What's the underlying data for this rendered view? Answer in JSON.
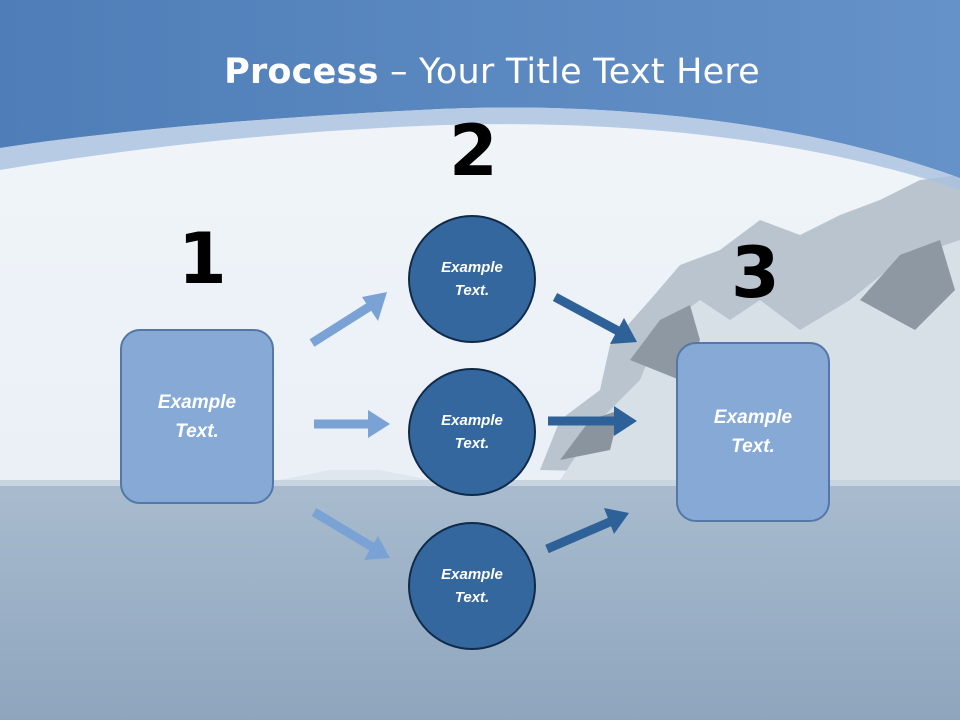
{
  "slide": {
    "title_strong": "Process",
    "title_rest": " – Your Title Text Here"
  },
  "steps": {
    "one": "1",
    "two": "2",
    "three": "3"
  },
  "boxes": {
    "left": {
      "line1": "Example",
      "line2": "Text."
    },
    "right": {
      "line1": "Example",
      "line2": "Text."
    }
  },
  "circles": [
    {
      "line1": "Example",
      "line2": "Text."
    },
    {
      "line1": "Example",
      "line2": "Text."
    },
    {
      "line1": "Example",
      "line2": "Text."
    }
  ],
  "colors": {
    "header_blue": "#5b87c0",
    "box_fill": "#86a9d6",
    "circle_fill": "#34679d",
    "arrow_light": "#7aa2d4",
    "arrow_dark": "#2f6199"
  }
}
